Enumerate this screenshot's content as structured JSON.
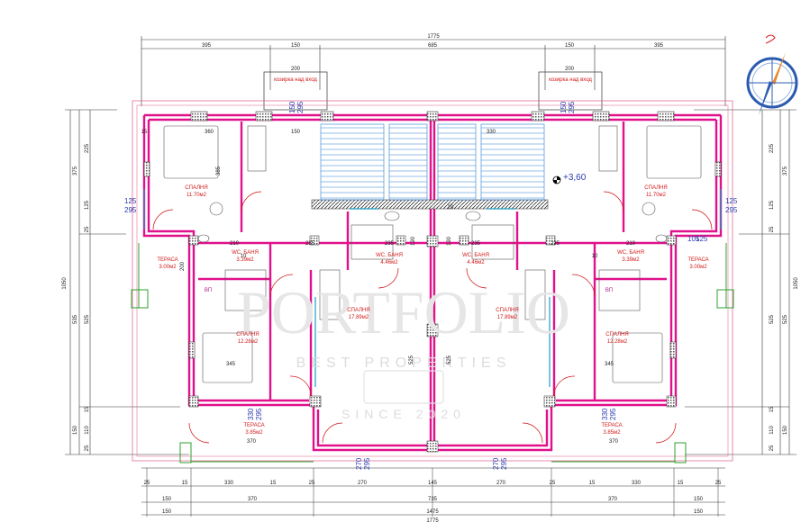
{
  "dimensions": {
    "top_total": "1775",
    "top_parts": [
      "395",
      "150",
      "685",
      "150",
      "395"
    ],
    "canopy_width": "200",
    "canopy_label": "козирка над вход",
    "bottom_row1": [
      "25",
      "15",
      "330",
      "15",
      "25",
      "270",
      "145",
      "270",
      "25",
      "15",
      "330",
      "15",
      "25"
    ],
    "bottom_row2": [
      "150",
      "370",
      "735",
      "370",
      "150"
    ],
    "bottom_row3": [
      "150",
      "1475",
      "150"
    ],
    "bottom_total": "1775",
    "left_outer": "1050",
    "left_parts": [
      "375",
      "535",
      "150"
    ],
    "left_inner": [
      "225",
      "125",
      "25",
      "525",
      "15",
      "110",
      "25"
    ],
    "right_outer": "1050",
    "right_parts": [
      "375",
      "525",
      "150"
    ],
    "right_inner": [
      "225",
      "125",
      "25",
      "525",
      "15",
      "110",
      "25"
    ],
    "interior": [
      "360",
      "150",
      "330",
      "210",
      "235",
      "235",
      "235",
      "235",
      "210",
      "345",
      "345",
      "370",
      "370",
      "385",
      "200",
      "10",
      "190",
      "190",
      "525",
      "525",
      "20",
      "15",
      "10"
    ],
    "window_marks": [
      "125",
      "295",
      "150",
      "295",
      "150",
      "295",
      "125",
      "295",
      "270",
      "295",
      "270",
      "295",
      "330",
      "295",
      "330",
      "295",
      "105",
      "125"
    ]
  },
  "rooms": [
    {
      "name": "СПАЛНЯ",
      "area": "11.70м2"
    },
    {
      "name": "СПАЛНЯ",
      "area": "11.70м2"
    },
    {
      "name": "WC, БАНЯ",
      "area": "3.39м2"
    },
    {
      "name": "WC, БАНЯ",
      "area": "3.39м2"
    },
    {
      "name": "WC, БАНЯ",
      "area": "4.46м2"
    },
    {
      "name": "WC, БАНЯ",
      "area": "4.46м2"
    },
    {
      "name": "ТЕРАСА",
      "area": "3.00м2"
    },
    {
      "name": "ТЕРАСА",
      "area": "3.00м2"
    },
    {
      "name": "СПАЛНЯ",
      "area": "17.89м2"
    },
    {
      "name": "СПАЛНЯ",
      "area": "17.89м2"
    },
    {
      "name": "СПАЛНЯ",
      "area": "12.28м2"
    },
    {
      "name": "СПАЛНЯ",
      "area": "12.28м2"
    },
    {
      "name": "ТЕРАСА",
      "area": "3.85м2"
    },
    {
      "name": "ТЕРАСА",
      "area": "3.85м2"
    }
  ],
  "labels": {
    "level": "+3,60",
    "vp": "ВП"
  },
  "watermark": {
    "main": "PORTFOLIO",
    "sub": "BEST PROPERTIES",
    "since": "SINCE 2020"
  },
  "colors": {
    "wall": "#e0118a",
    "room_text": "#d21a1a",
    "blue_marks": "#2a3cb0",
    "stairs": "#2a7fd4",
    "terrace_outline": "#2ea02e",
    "compass_blue": "#2a5bb0",
    "compass_orange": "#e88a28"
  },
  "icons": [
    "compass-icon",
    "level-marker-icon"
  ]
}
